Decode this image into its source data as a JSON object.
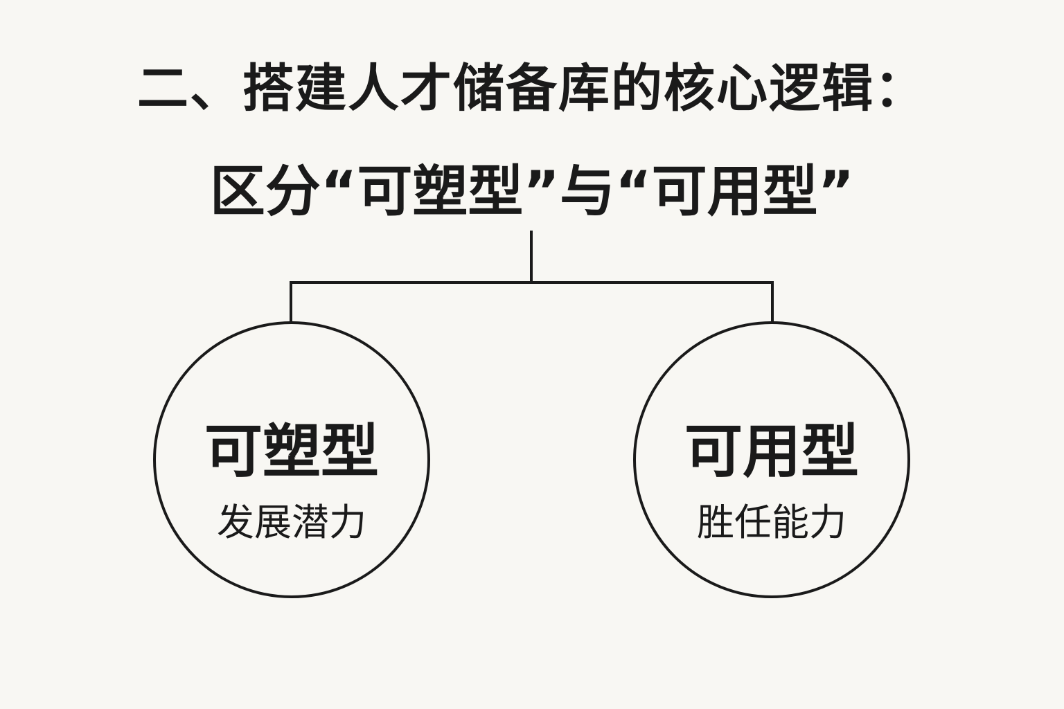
{
  "title": {
    "line1": "二、搭建人才储备库的核心逻辑：",
    "line2": "区分“可塑型”与“可用型”"
  },
  "nodes": [
    {
      "label": "可塑型",
      "sublabel": "发展潜力"
    },
    {
      "label": "可用型",
      "sublabel": "胜任能力"
    }
  ],
  "colors": {
    "background": "#f8f7f3",
    "stroke": "#1a1a1a"
  }
}
